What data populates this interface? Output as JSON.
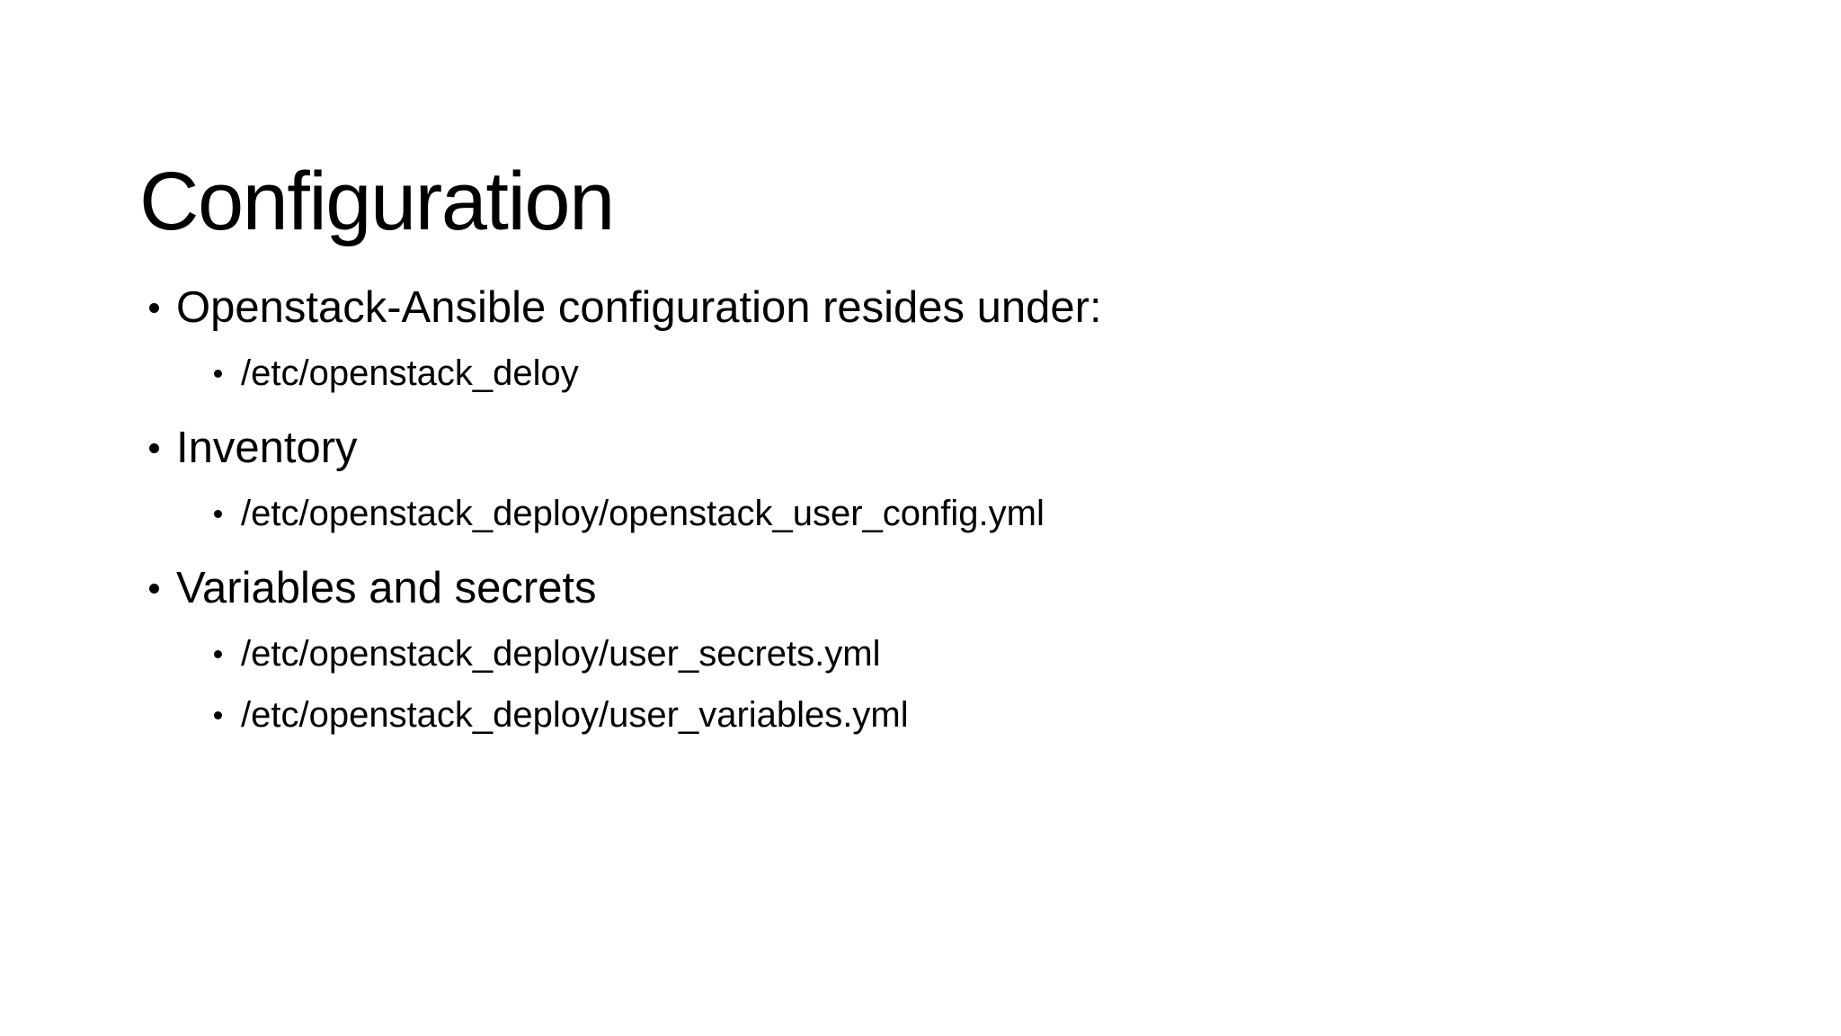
{
  "slide": {
    "title": "Configuration",
    "bullets": [
      {
        "level": 1,
        "text": "Openstack-Ansible configuration resides under:"
      },
      {
        "level": 2,
        "text": "/etc/openstack_deloy"
      },
      {
        "level": 1,
        "text": "Inventory"
      },
      {
        "level": 2,
        "text": "/etc/openstack_deploy/openstack_user_config.yml"
      },
      {
        "level": 1,
        "text": "Variables and secrets"
      },
      {
        "level": 2,
        "text": "/etc/openstack_deploy/user_secrets.yml"
      },
      {
        "level": 2,
        "text": "/etc/openstack_deploy/user_variables.yml"
      }
    ],
    "colors": {
      "background": "#ffffff",
      "text": "#000000"
    }
  }
}
